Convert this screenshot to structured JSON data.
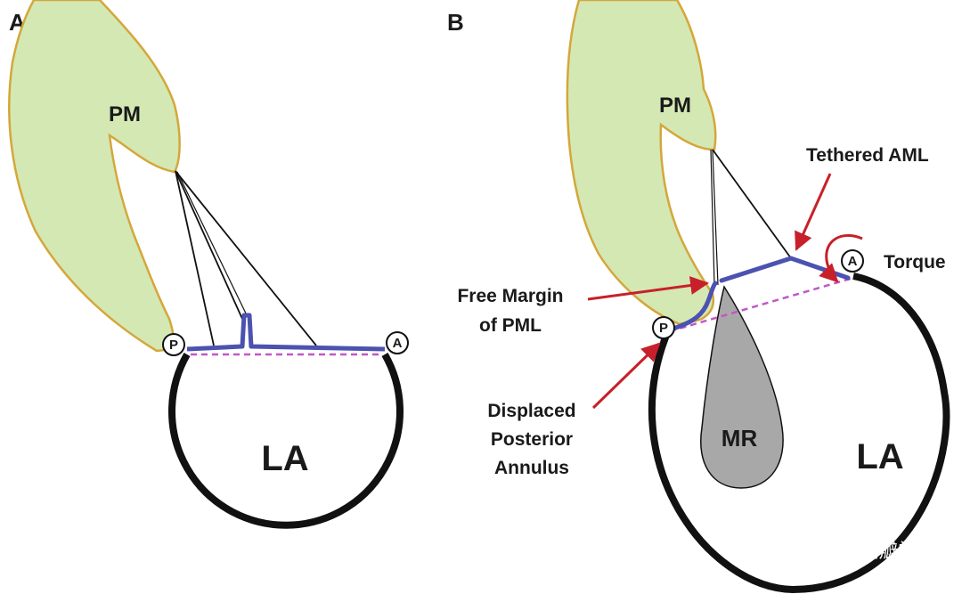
{
  "panel_a": {
    "letter": "A",
    "pm_label": "PM",
    "la_label": "LA",
    "posterior_marker": "P",
    "anterior_marker": "A"
  },
  "panel_b": {
    "letter": "B",
    "pm_label": "PM",
    "la_label": "LA",
    "mr_label": "MR",
    "posterior_marker": "P",
    "anterior_marker": "A",
    "annotations": {
      "tethered_aml": "Tethered AML",
      "torque": "Torque",
      "free_margin_line1": "Free Margin",
      "free_margin_line2": "of PML",
      "displaced_line1": "Displaced",
      "displaced_line2": "Posterior",
      "displaced_line3": "Annulus"
    }
  },
  "watermark": {
    "text": "二尖瓣学"
  },
  "colors": {
    "muscle_fill": "#d4e8b4",
    "muscle_stroke": "#d4a73a",
    "leaflet": "#4b52b0",
    "annulus_plane": "#c058c8",
    "arrow": "#c8202a",
    "regurgitant_jet": "#a8a8a8",
    "atrial_wall": "#111111"
  }
}
